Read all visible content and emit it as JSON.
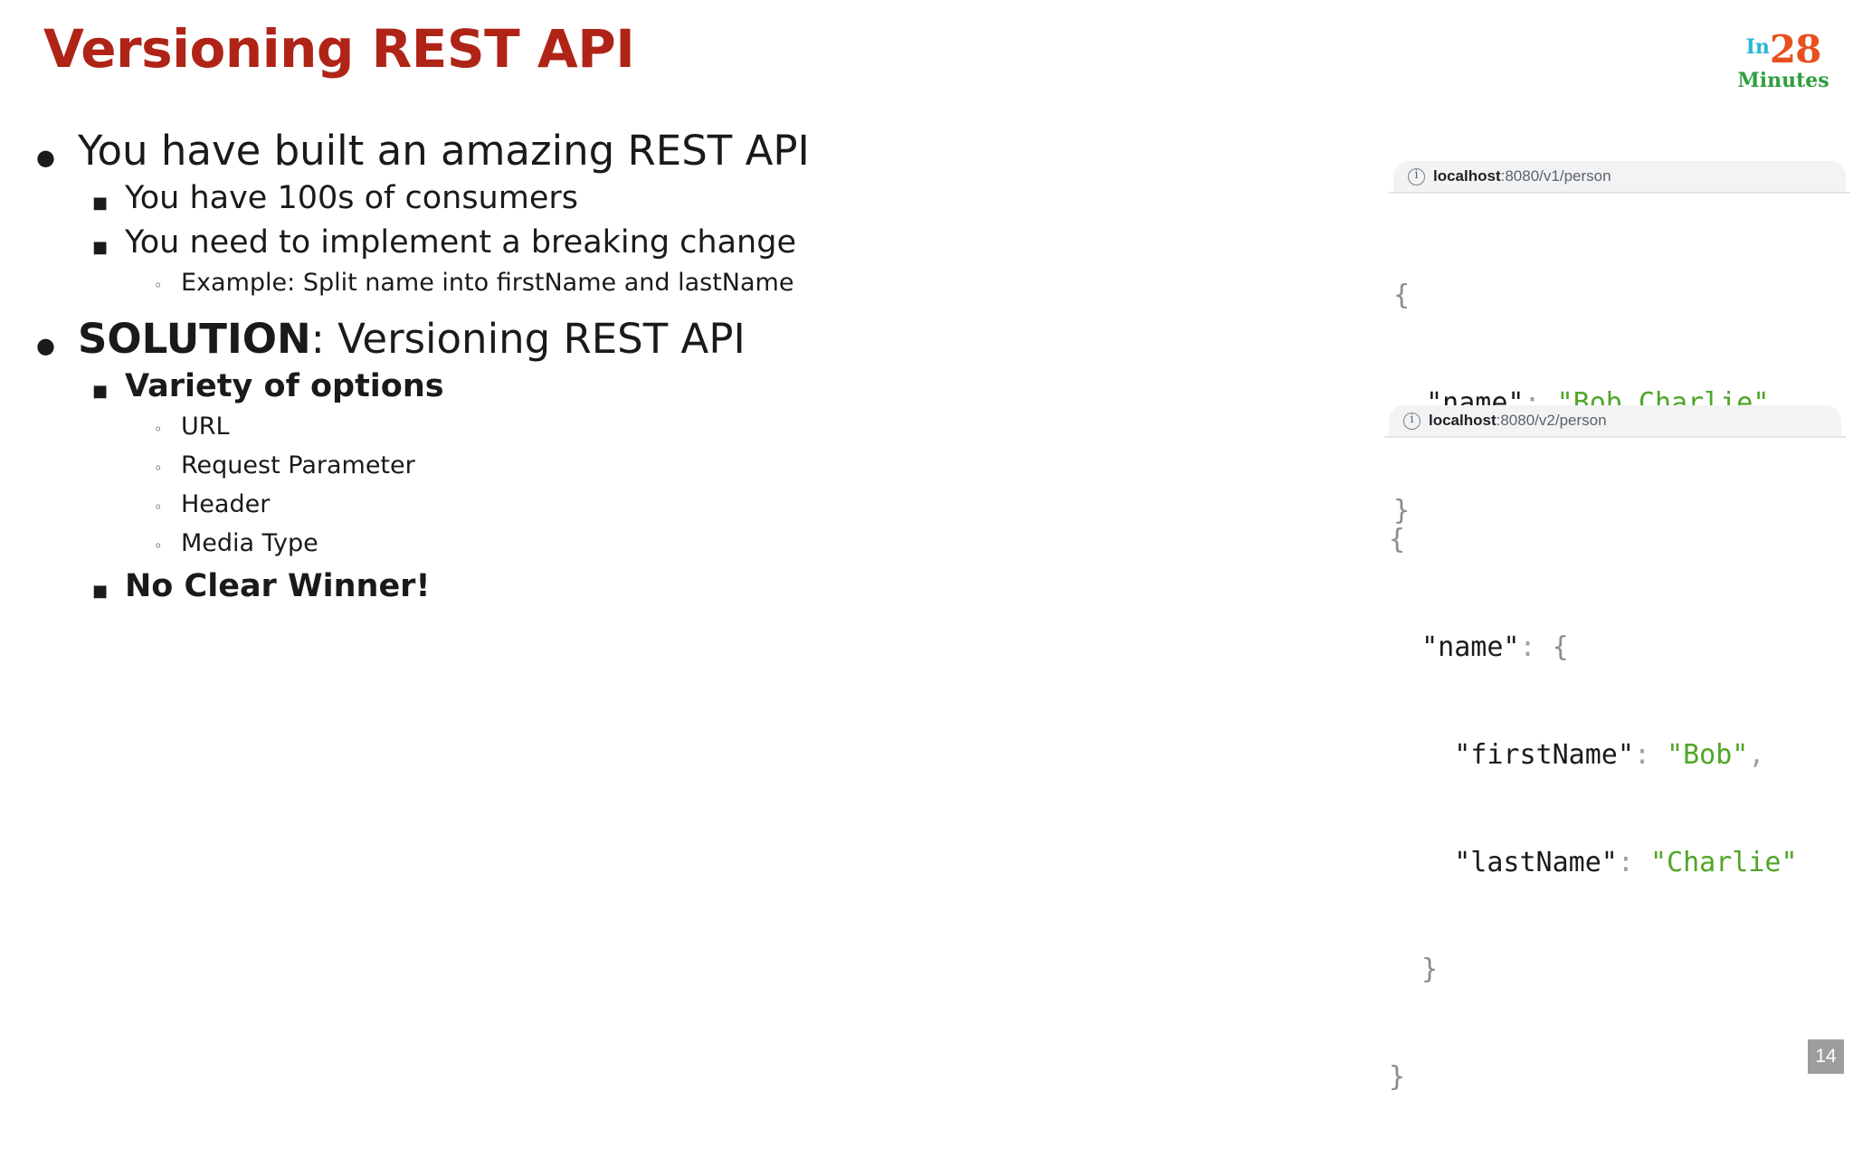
{
  "slide": {
    "title": "Versioning REST API",
    "page_number": "14",
    "title_color": "#b02418"
  },
  "logo": {
    "in": "In",
    "num": "28",
    "minutes": "Minutes",
    "in_color": "#29b6d8",
    "num_color": "#e8501e",
    "minutes_color": "#2f9e3f"
  },
  "bullets": {
    "b1": "You have built an amazing REST API",
    "b1_1": "You have 100s of consumers",
    "b1_2": "You need to implement a breaking change",
    "b1_2_1": "Example: Split name into firstName and lastName",
    "b2_strong": "SOLUTION",
    "b2_rest": ": Versioning REST API",
    "b2_1": "Variety of options",
    "b2_1_1": "URL",
    "b2_1_2": "Request Parameter",
    "b2_1_3": "Header",
    "b2_1_4": "Media Type",
    "b2_2": "No Clear Winner!"
  },
  "panel_v1": {
    "url_host": "localhost",
    "url_path": ":8080/v1/person",
    "info_icon": "info-circle-icon",
    "json": {
      "open_brace": "{",
      "indent": "  ",
      "key_name": "\"name\"",
      "colon": ":",
      "value_name": "\"Bob Charlie\"",
      "close_brace": "}"
    }
  },
  "panel_v2": {
    "url_host": "localhost",
    "url_path": ":8080/v2/person",
    "info_icon": "info-circle-icon",
    "json": {
      "open_brace": "{",
      "key_name": "\"name\"",
      "colon": ":",
      "open_inner": "{",
      "key_first": "\"firstName\"",
      "value_first": "\"Bob\"",
      "comma": ",",
      "key_last": "\"lastName\"",
      "value_last": "\"Charlie\"",
      "close_inner": "}",
      "close_brace": "}"
    }
  },
  "colors": {
    "json_string": "#4fa626",
    "json_key": "#1b1b1b",
    "json_punct": "#9aa0a6",
    "url_bar_bg": "#f1f3f4",
    "page_badge_bg": "#9d9d9d"
  }
}
